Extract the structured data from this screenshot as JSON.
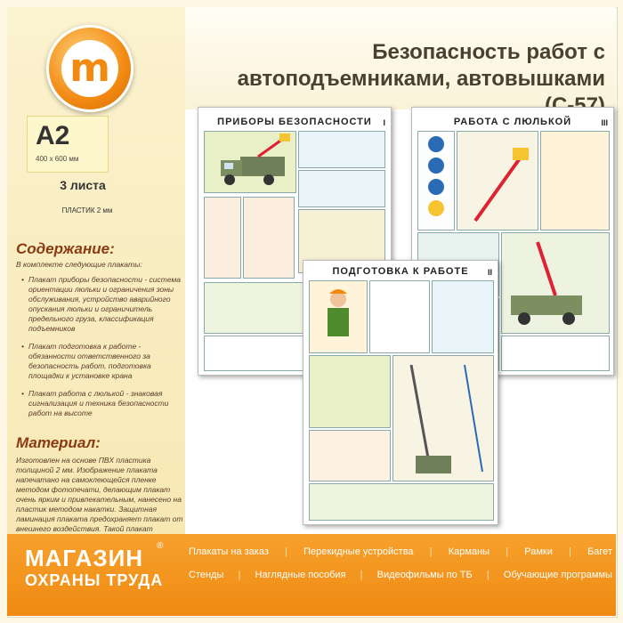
{
  "title_line1": "Безопасность работ с",
  "title_line2": "автоподъемниками, автовышками (С-57)",
  "size": {
    "format": "A2",
    "dimensions": "400 x 600 мм",
    "sheets": "3 листа",
    "plastic": "ПЛАСТИК 2 мм"
  },
  "content": {
    "heading": "Содержание:",
    "intro": "В комплекте следующие плакаты:",
    "items": [
      "Плакат приборы безопасности - система ориентации люльки и ограничения зоны обслуживания, устройство аварийного опускания люльки и ограничитель предельного груза, классификация подъемников",
      "Плакат подготовка к работе - обязанности ответственного за безопасность работ, подготовка площадки к установке крана",
      "Плакат работа с люлькой - знаковая сигнализация и техника безопасности работ на высоте"
    ]
  },
  "material": {
    "heading": "Материал:",
    "text": "Изготовлен на основе ПВХ пластика толщиной 2 мм. Изображение плаката напечатано на самоклеющейся пленке методом фотопечати, делающим плакат очень ярким и привлекательным, нанесено на пластик методом накатки. Защитная ламинация плаката предохраняет плакат от внешнего воздействия. Такой плакат прослужит очень долго - плакаты на пластике надежный, качественный и долговечный продукт."
  },
  "posters": [
    {
      "title": "ПРИБОРЫ БЕЗОПАСНОСТИ",
      "num": "I"
    },
    {
      "title": "РАБОТА С ЛЮЛЬКОЙ",
      "num": "III"
    },
    {
      "title": "ПОДГОТОВКА К РАБОТЕ",
      "num": "II"
    }
  ],
  "logo_letter": "m",
  "shop": {
    "name_line1": "МАГАЗИН",
    "name_line2": "ОХРАНЫ ТРУДА",
    "registered": "®"
  },
  "nav": {
    "row1": [
      "Плакаты на заказ",
      "Перекидные устройства",
      "Карманы",
      "Рамки",
      "Багет"
    ],
    "row2": [
      "Стенды",
      "Наглядные пособия",
      "Видеофильмы по ТБ",
      "Обучающие программы"
    ],
    "separator": "|"
  },
  "colors": {
    "accent_orange": "#ef8a12",
    "heading_brown": "#8a3b12",
    "cream": "#fbf2cf"
  }
}
